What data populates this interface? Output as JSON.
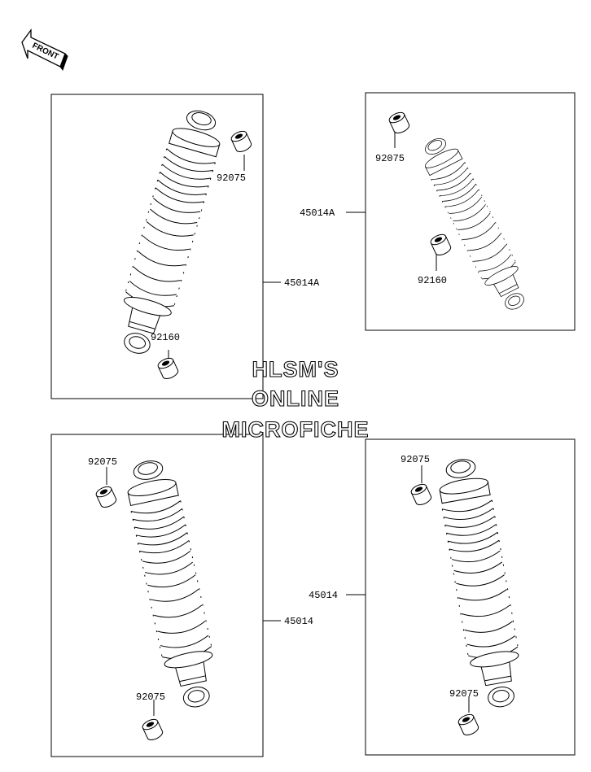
{
  "front_arrow": {
    "label": "FRONT"
  },
  "watermark": {
    "line1": "HLSM'S",
    "line2": "ONLINE",
    "line3": "MICROFICHE"
  },
  "panels": {
    "top_left": {
      "callouts": {
        "bushing_top": "92075",
        "bushing_bottom": "92160",
        "assembly": "45014A"
      }
    },
    "top_right": {
      "callouts": {
        "bushing_top": "92075",
        "bushing_bottom": "92160",
        "assembly": "45014A"
      }
    },
    "bottom_left": {
      "callouts": {
        "bushing_top": "92075",
        "bushing_bottom": "92075",
        "assembly": "45014"
      }
    },
    "bottom_right": {
      "callouts": {
        "bushing_top": "92075",
        "bushing_bottom": "92075",
        "assembly": "45014"
      }
    }
  },
  "colors": {
    "line": "#000000",
    "background": "#ffffff",
    "watermark_fill": "#ffffff"
  }
}
